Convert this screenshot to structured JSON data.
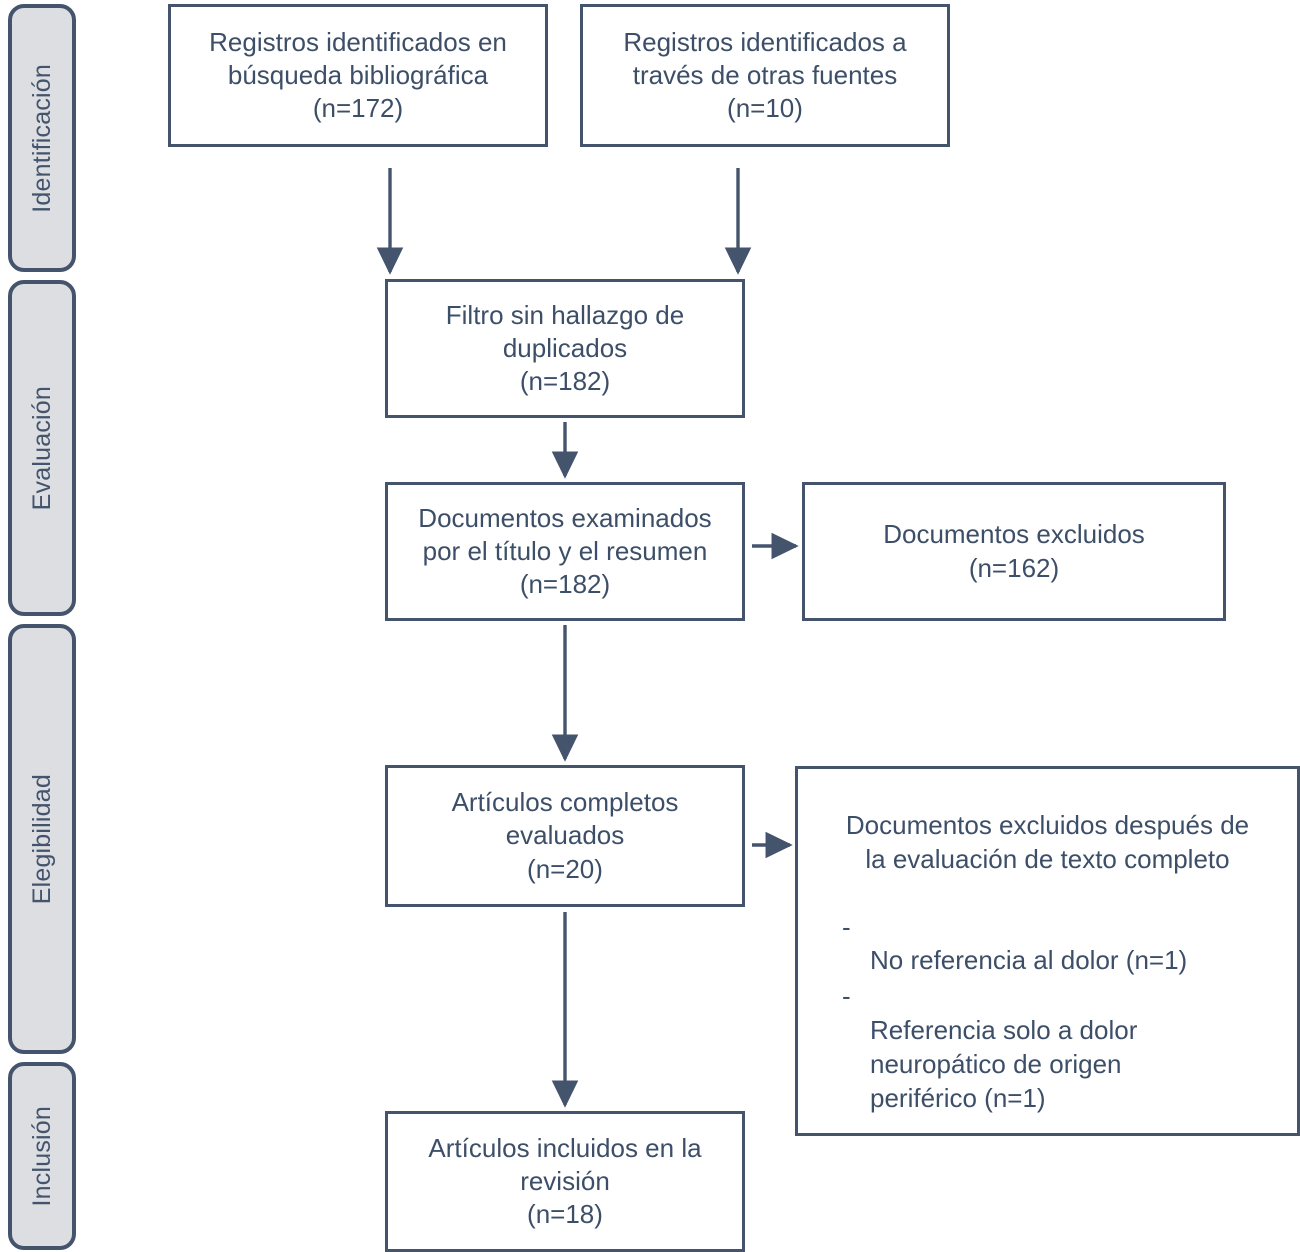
{
  "figure": {
    "type": "prisma-flow-diagram",
    "language": "es",
    "colors": {
      "line": "#44546d",
      "text": "#3d4f68",
      "stage_fill": "#dcdee1",
      "box_fill": "#ffffff",
      "background": "#ffffff"
    }
  },
  "stages": [
    {
      "id": "identificacion",
      "label": "Identificación"
    },
    {
      "id": "evaluacion",
      "label": "Evaluación"
    },
    {
      "id": "elegibilidad",
      "label": "Elegibilidad"
    },
    {
      "id": "inclusion",
      "label": "Inclusión"
    }
  ],
  "boxes": {
    "identificados_busqueda": {
      "text": "Registros identificados en\nbúsqueda bibliográfica\n(n=172)",
      "n": 172
    },
    "identificados_otras": {
      "text": "Registros identificados a\ntravés de otras fuentes\n(n=10)",
      "n": 10
    },
    "filtro_duplicados": {
      "text": "Filtro sin hallazgo de\nduplicados\n(n=182)",
      "n": 182
    },
    "documentos_examinados": {
      "text": "Documentos examinados\npor el título y el resumen\n(n=182)",
      "n": 182
    },
    "documentos_excluidos": {
      "text": "Documentos excluidos\n(n=162)",
      "n": 162
    },
    "articulos_completos": {
      "text": "Artículos completos\nevaluados\n(n=20)",
      "n": 20
    },
    "excluidos_detalle": {
      "headline": "Documentos excluidos después de\nla evaluación de texto completo",
      "reasons": [
        {
          "marker": "-",
          "text": "No referencia al dolor (n=1)",
          "n": 1
        },
        {
          "marker": "-",
          "text": "Referencia solo a dolor\nneuropático de origen\nperiférico (n=1)",
          "n": 1
        }
      ]
    },
    "articulos_incluidos": {
      "text": "Artículos incluidos en la\nrevisión\n(n=18)",
      "n": 18
    }
  },
  "flow": [
    {
      "from": "identificados_busqueda",
      "to": "filtro_duplicados",
      "direction": "down"
    },
    {
      "from": "identificados_otras",
      "to": "filtro_duplicados",
      "direction": "down"
    },
    {
      "from": "filtro_duplicados",
      "to": "documentos_examinados",
      "direction": "down"
    },
    {
      "from": "documentos_examinados",
      "to": "documentos_excluidos",
      "direction": "right"
    },
    {
      "from": "documentos_examinados",
      "to": "articulos_completos",
      "direction": "down"
    },
    {
      "from": "articulos_completos",
      "to": "excluidos_detalle",
      "direction": "right"
    },
    {
      "from": "articulos_completos",
      "to": "articulos_incluidos",
      "direction": "down"
    }
  ]
}
